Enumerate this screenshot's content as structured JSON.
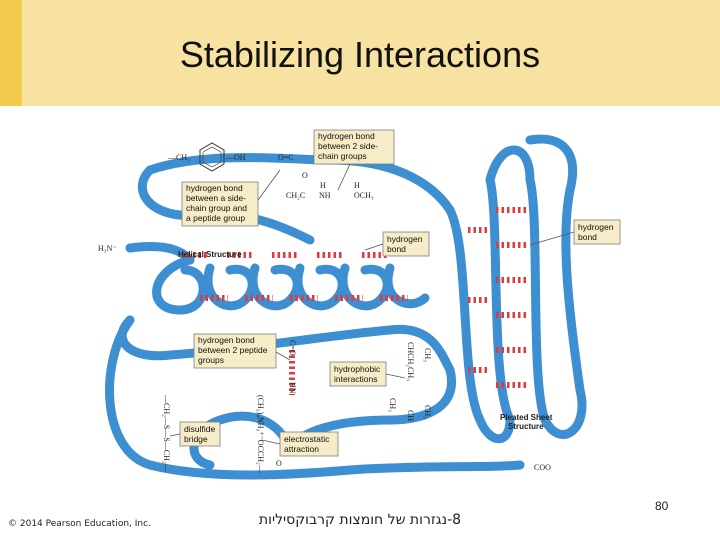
{
  "slide": {
    "title": "Stabilizing Interactions",
    "copyright": "© 2014 Pearson Education, Inc.",
    "footer_hebrew": "8-נגזרות של חומצות קרבוקסיליות",
    "page_number": "80"
  },
  "figure": {
    "chain_color": "#3d8fd1",
    "hbond_color": "#e03a3a",
    "callouts": {
      "hb_side_chains_top": [
        "hydrogen bond",
        "between 2 side-",
        "chain groups"
      ],
      "hb_side_chain_peptide": [
        "hydrogen bond",
        "between a side-",
        "chain group and",
        "a peptide group"
      ],
      "hb_mid": [
        "hydrogen",
        "bond"
      ],
      "hb_right": [
        "hydrogen",
        "bond"
      ],
      "hb_peptide_groups": [
        "hydrogen bond",
        "between 2 peptide",
        "groups"
      ],
      "hydrophobic": [
        "hydrophobic",
        "interactions"
      ],
      "disulfide": [
        "disulfide",
        "bridge"
      ],
      "electrostatic": [
        "electrostatic",
        "attraction"
      ]
    },
    "labels": {
      "helical": "Helical Structure",
      "pleated_line1": "Pleated Sheet",
      "pleated_line2": "Structure",
      "n_terminus": "H₃N⁻",
      "c_terminus": "COO"
    },
    "chem": {
      "ch2_ring": "—CH₂",
      "oh": "—OH",
      "o_c": "O=C",
      "ch2c": "CH₂C",
      "nh": "NH",
      "h1": "H",
      "h2": "H",
      "o_top": "O",
      "och3": "OCH₃",
      "c_o_vert": "C=O",
      "hn_vert": "HN",
      "ch3_a": "CH₃",
      "chch2ch3": "CHCH₂CH₃",
      "ch3_b": "CH₃",
      "ch3_c": "CH₃",
      "ch_d": "CH",
      "ch2_s_s_ch2": "—CH₂—S—S—CH₂—",
      "nh3_occh2": "(CH₂)₄NH₃⁺⁻OCCH₂—",
      "o_bottom": "O"
    }
  }
}
